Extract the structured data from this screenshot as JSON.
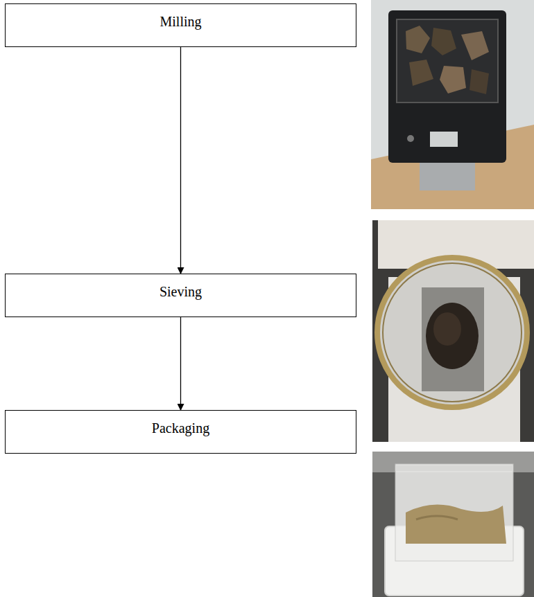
{
  "diagram": {
    "nodes": [
      {
        "text": [
          "Milling"
        ]
      },
      {
        "text": [
          "Sieving"
        ]
      },
      {
        "text": [
          "Packaging"
        ]
      }
    ],
    "edges": [
      {
        "from": 0,
        "to": 1,
        "arrow": "to"
      },
      {
        "from": 1,
        "to": 2,
        "arrow": "to"
      }
    ]
  }
}
